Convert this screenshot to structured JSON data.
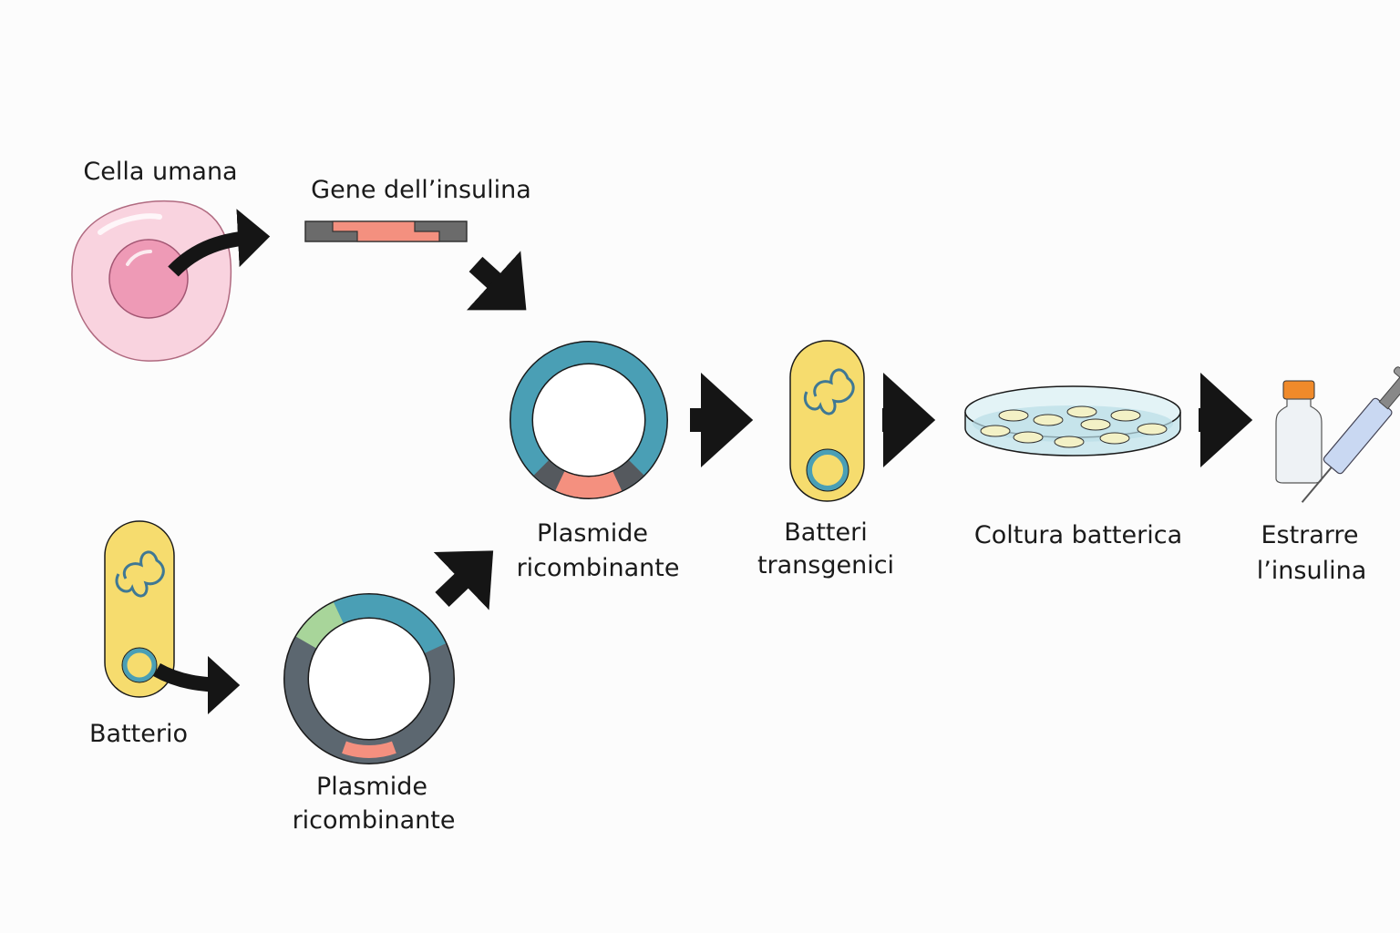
{
  "labels": {
    "human_cell": "Cella umana",
    "insulin_gene": "Gene dell’insulina",
    "recombinant_plasmid_top": [
      "Plasmide",
      "ricombinante"
    ],
    "transgenic_bacteria": [
      "Batteri",
      "transgenici"
    ],
    "bacterial_culture": "Coltura batterica",
    "extract_insulin": [
      "Estrarre",
      "l’insulina"
    ],
    "bacterium": "Batterio",
    "recombinant_plasmid_bottom": [
      "Plasmide",
      "ricombinante"
    ]
  },
  "colors": {
    "cell": "#f9d3df",
    "nucleus": "#ee9ab6",
    "gene_insert": "#f4907f",
    "gene_flank": "#6b6b6b",
    "plasmid_teal": "#4a9fb5",
    "plasmid_grey": "#5c6770",
    "plasmid_green": "#a8d59a",
    "bacterium": "#f6dc6e",
    "arrow": "#151515"
  },
  "icons": [
    "human-cell",
    "insulin-gene-segment",
    "plasmid",
    "bacterium",
    "petri-dish",
    "insulin-vial",
    "syringe"
  ]
}
